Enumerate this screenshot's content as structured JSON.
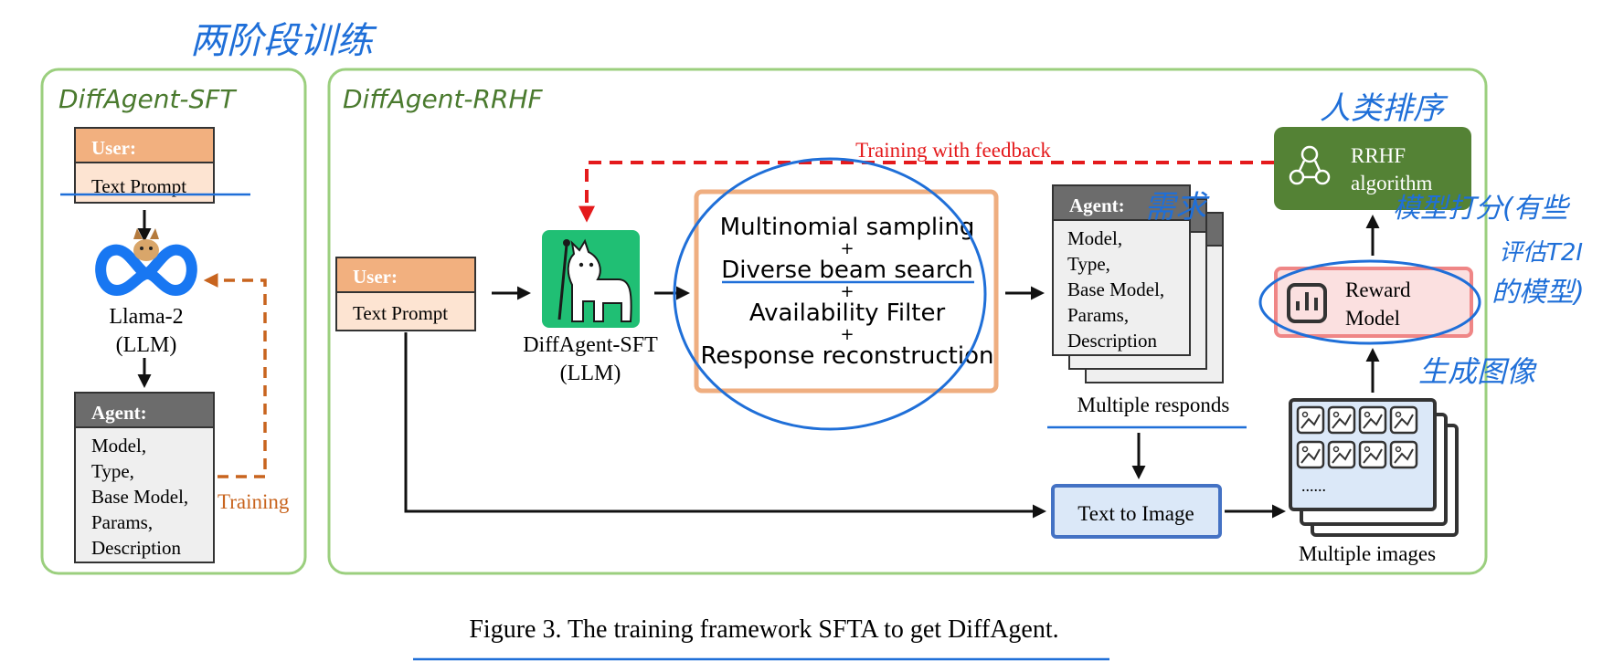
{
  "colors": {
    "panel_border": "#9bcf7e",
    "panel_title": "#4a7a2e",
    "header_user": "#f2b07f",
    "body_user": "#fde4d2",
    "header_agent": "#6c6c6c",
    "body_agent": "#efefef",
    "arrow": "#111111",
    "feedback_arrow": "#e41a1c",
    "training_arrow": "#c8641e",
    "rrhf_box": "#548235",
    "reward_fill": "#fbe0e0",
    "reward_border": "#ef8686",
    "t2i_fill": "#dbe8f8",
    "t2i_border": "#4472c4",
    "llm_icon": "#20bf74",
    "sampling_border": "#efae80",
    "annotation_blue": "#1f6fd8"
  },
  "left_panel": {
    "title": "DiffAgent-SFT",
    "user_header": "User:",
    "user_body": "Text Prompt",
    "llm_name": "Llama-2",
    "llm_type": "(LLM)",
    "agent_header": "Agent:",
    "agent_lines": [
      "Model,",
      "Type,",
      "Base Model,",
      "Params,",
      "Description"
    ],
    "training_label": "Training",
    "llm_icon": "meta-logo-icon"
  },
  "right_panel": {
    "title": "DiffAgent-RRHF",
    "user_header": "User:",
    "user_body": "Text Prompt",
    "llm_name": "DiffAgent-SFT",
    "llm_type": "(LLM)",
    "llm_icon": "llama-icon",
    "feedback_label": "Training with feedback",
    "sampling_steps": [
      "Multinomial sampling",
      "Diverse beam search",
      "Availability Filter",
      "Response reconstruction"
    ],
    "sampling_plus": "+",
    "agent_header": "Agent:",
    "agent_lines": [
      "Model,",
      "Type,",
      "Base Model,",
      "Params,",
      "Description"
    ],
    "responds_label": "Multiple responds",
    "t2i_label": "Text to Image",
    "images_label": "Multiple images",
    "images_more": "......",
    "image_icon": "image-thumbnail-icon",
    "reward_label_1": "Reward",
    "reward_label_2": "Model",
    "reward_icon": "bar-chart-icon",
    "rrhf_label_1": "RRHF",
    "rrhf_label_2": "algorithm",
    "rrhf_icon": "ranking-network-icon"
  },
  "caption": "Figure 3. The training framework SFTA to get DiffAgent.",
  "annotations": {
    "top_title": "两阶段训练",
    "rrhf_note": "人类排序",
    "agent_note": "需求",
    "reward_note_1": "模型打分(有些",
    "reward_note_2": "评估T2I",
    "reward_note_3": "的模型)",
    "images_note": "生成图像"
  }
}
